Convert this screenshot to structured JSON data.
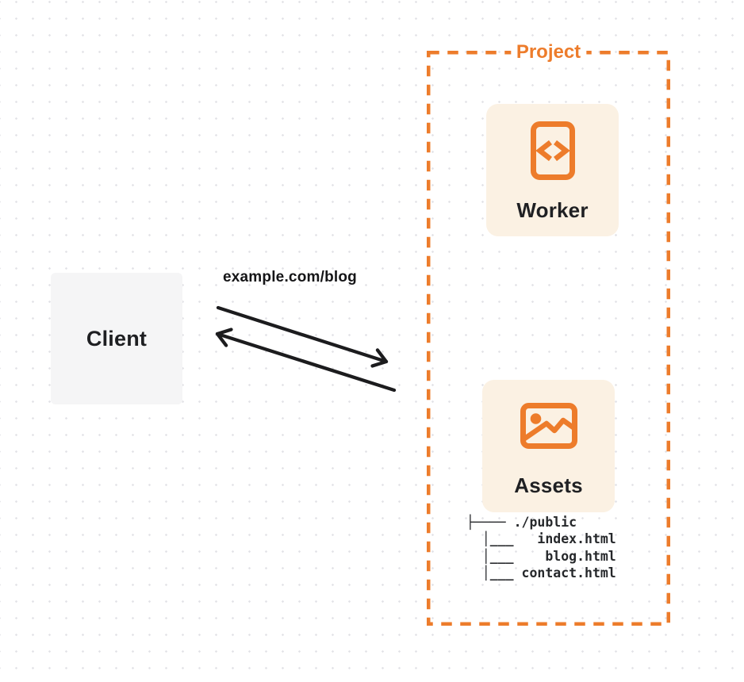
{
  "client": {
    "label": "Client"
  },
  "request": {
    "url_label": "example.com/blog"
  },
  "project": {
    "title": "Project",
    "worker": {
      "label": "Worker",
      "icon": "code-file-icon"
    },
    "assets": {
      "label": "Assets",
      "icon": "image-icon",
      "file_tree": "├──── ./public\n  │___   index.html\n  │___    blog.html\n  │___ contact.html"
    }
  },
  "colors": {
    "accent_orange": "#ED7C2B",
    "card_background": "#FBF1E3",
    "client_background": "#F5F5F6",
    "ink": "#1F2023",
    "arrow_black": "#1C1C1E",
    "dot_grid": "#E3E3E7"
  }
}
